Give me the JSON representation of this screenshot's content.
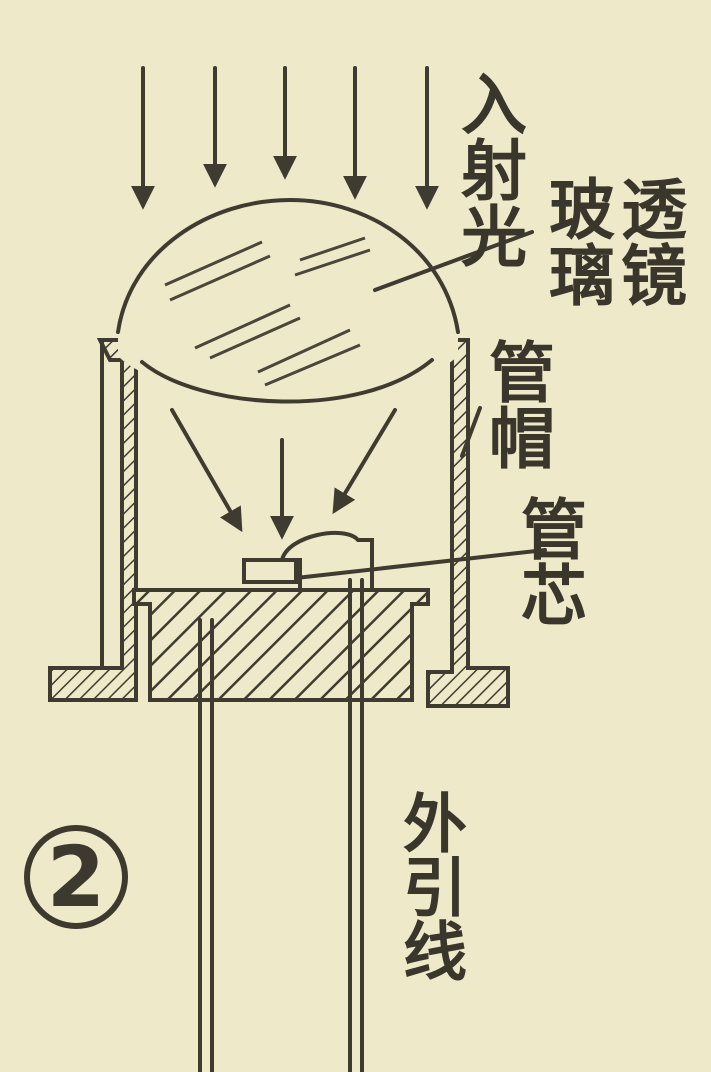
{
  "figure": {
    "number": "2",
    "labels": {
      "incident_light": "入射光",
      "glass_lens_col1": "玻璃",
      "glass_lens_col2": "透镜",
      "tube_cap": "管帽",
      "tube_core": "管芯",
      "lead_wire": "外引线"
    }
  }
}
